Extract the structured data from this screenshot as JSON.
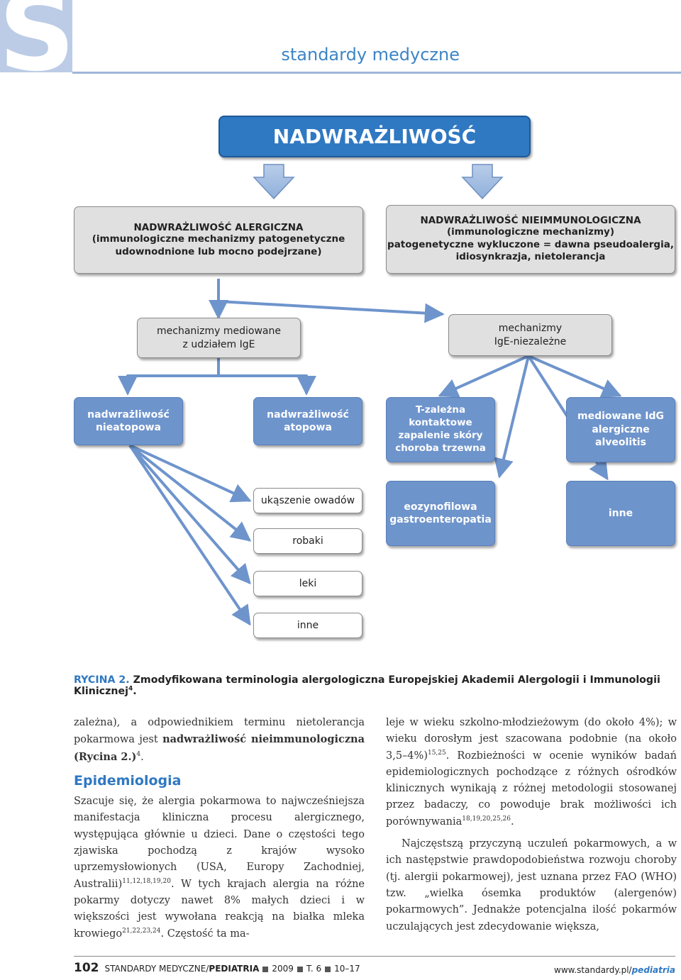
{
  "header": {
    "letter": "S",
    "title": "standardy medyczne"
  },
  "diagram": {
    "main": "NADWRAŻLIWOŚĆ",
    "allergic_title": "NADWRAŻLIWOŚĆ ALERGICZNA",
    "allergic_desc": "(immunologiczne mechanizmy patogenetyczne\nudownodnione lub mocno podejrzane)",
    "nonimmune_title": "NADWRAŻLIWOŚĆ NIEIMMUNOLOGICZNA",
    "nonimmune_desc": "(immunologiczne mechanizmy)\npatogenetyczne wykluczone = dawna pseudoalergia,\nidiosynkrazja, nietolerancja",
    "ige_mediated": "mechanizmy mediowane\nz udziałem IgE",
    "ige_independent": "mechanizmy\nIgE-niezależne",
    "nonatopic": "nadwrażliwość\nnieatopowa",
    "atopic": "nadwrażliwość\natopowa",
    "tcell": "T-zależna\nkontaktowe\nzapalenie skóry\nchoroba trzewna",
    "igg": "mediowane IdG\nalergiczne\nalveolitis",
    "insect": "ukąszenie owadów",
    "worms": "robaki",
    "drugs": "leki",
    "other_left": "inne",
    "eosinophilic": "eozynofilowa\ngastroenteropatia",
    "other_right": "inne"
  },
  "caption": {
    "label": "RYCINA 2.",
    "text": "Zmodyfikowana terminologia alergologiczna Europejskiej Akademii Alergologii i Immunologii Klinicznej",
    "ref": "4"
  },
  "left_column": {
    "p1_text": "zależna), a odpowiednikiem terminu nietolerancja pokarmowa jest ",
    "p1_bold": "nadwrażliwość nieimmunologiczna (Rycina 2.)",
    "p1_ref": "4",
    "p1_end": ".",
    "heading": "Epidemiologia",
    "p2_a": "Szacuje się, że alergia pokarmowa to najwcześniejsza manifestacja kliniczna procesu alergicznego, występująca głównie u dzieci. Dane o częstości tego zjawiska pochodzą z krajów wysoko uprzemysłowionych (USA, Europy Zachodniej, Australii)",
    "p2_ref1": "11,12,18,19,20",
    "p2_b": ". W tych krajach alergia na różne pokarmy dotyczy nawet 8% małych dzieci i w większości jest wywołana reakcją na białka mleka krowiego",
    "p2_ref2": "21,22,23,24",
    "p2_c": ". Częstość ta ma-"
  },
  "right_column": {
    "p1_a": "leje w wieku szkolno-młodzieżowym (do około 4%); w wieku dorosłym jest szacowana podobnie (na około 3,5–4%)",
    "p1_ref1": "15,25",
    "p1_b": ". Rozbieżności w ocenie wyników badań epidemiologicznych pochodzące z różnych ośrodków klinicznych wynikają z różnej metodologii stosowanej przez badaczy, co powoduje brak możliwości ich porównywania",
    "p1_ref2": "18,19,20,25,26",
    "p1_c": ".",
    "p2": "Najczęstszą przyczyną uczuleń pokarmowych, a w ich następstwie prawdopodobieństwa rozwoju choroby (tj. alergii pokarmowej), jest uznana przez FAO (WHO) tzw. „wielka ósemka produktów (alergenów) pokarmowych”. Jednakże potencjalna ilość pokarmów uczulających jest zdecydowanie większa,"
  },
  "footer": {
    "page": "102",
    "journal": "STANDARDY MEDYCZNE/",
    "section": "PEDIATRIA",
    "year": "2009",
    "volume": "T. 6",
    "pages": "10–17",
    "url_prefix": "www.standardy.pl/",
    "url_section": "pediatria"
  }
}
